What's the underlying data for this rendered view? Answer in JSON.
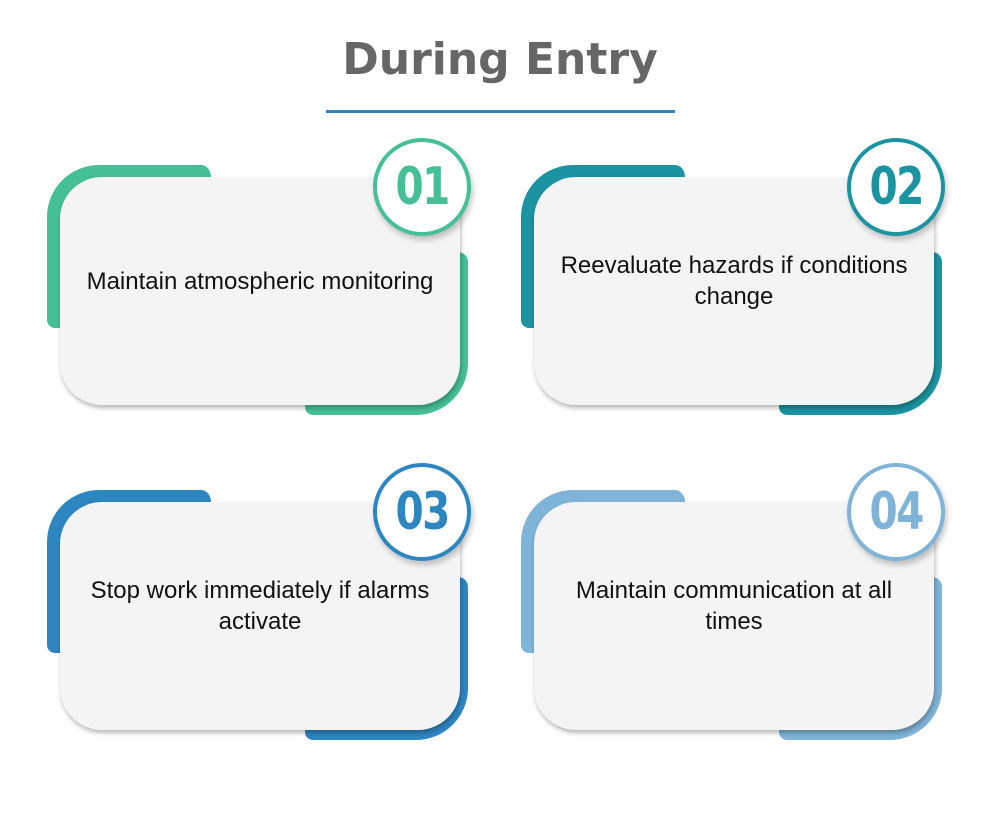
{
  "title": "During Entry",
  "colors": {
    "title_text": "#666666",
    "title_rule": "#2e86c1",
    "card_bg": "#f5f4f5"
  },
  "steps": [
    {
      "number": "01",
      "text": "Maintain atmospheric monitoring",
      "color": "#45bf96"
    },
    {
      "number": "02",
      "text": "Reevaluate hazards if conditions change",
      "color": "#1b93a0"
    },
    {
      "number": "03",
      "text": "Stop work immediately if alarms activate",
      "color": "#2e86c1"
    },
    {
      "number": "04",
      "text": "Maintain communication at all times",
      "color": "#7fb3d8"
    }
  ]
}
